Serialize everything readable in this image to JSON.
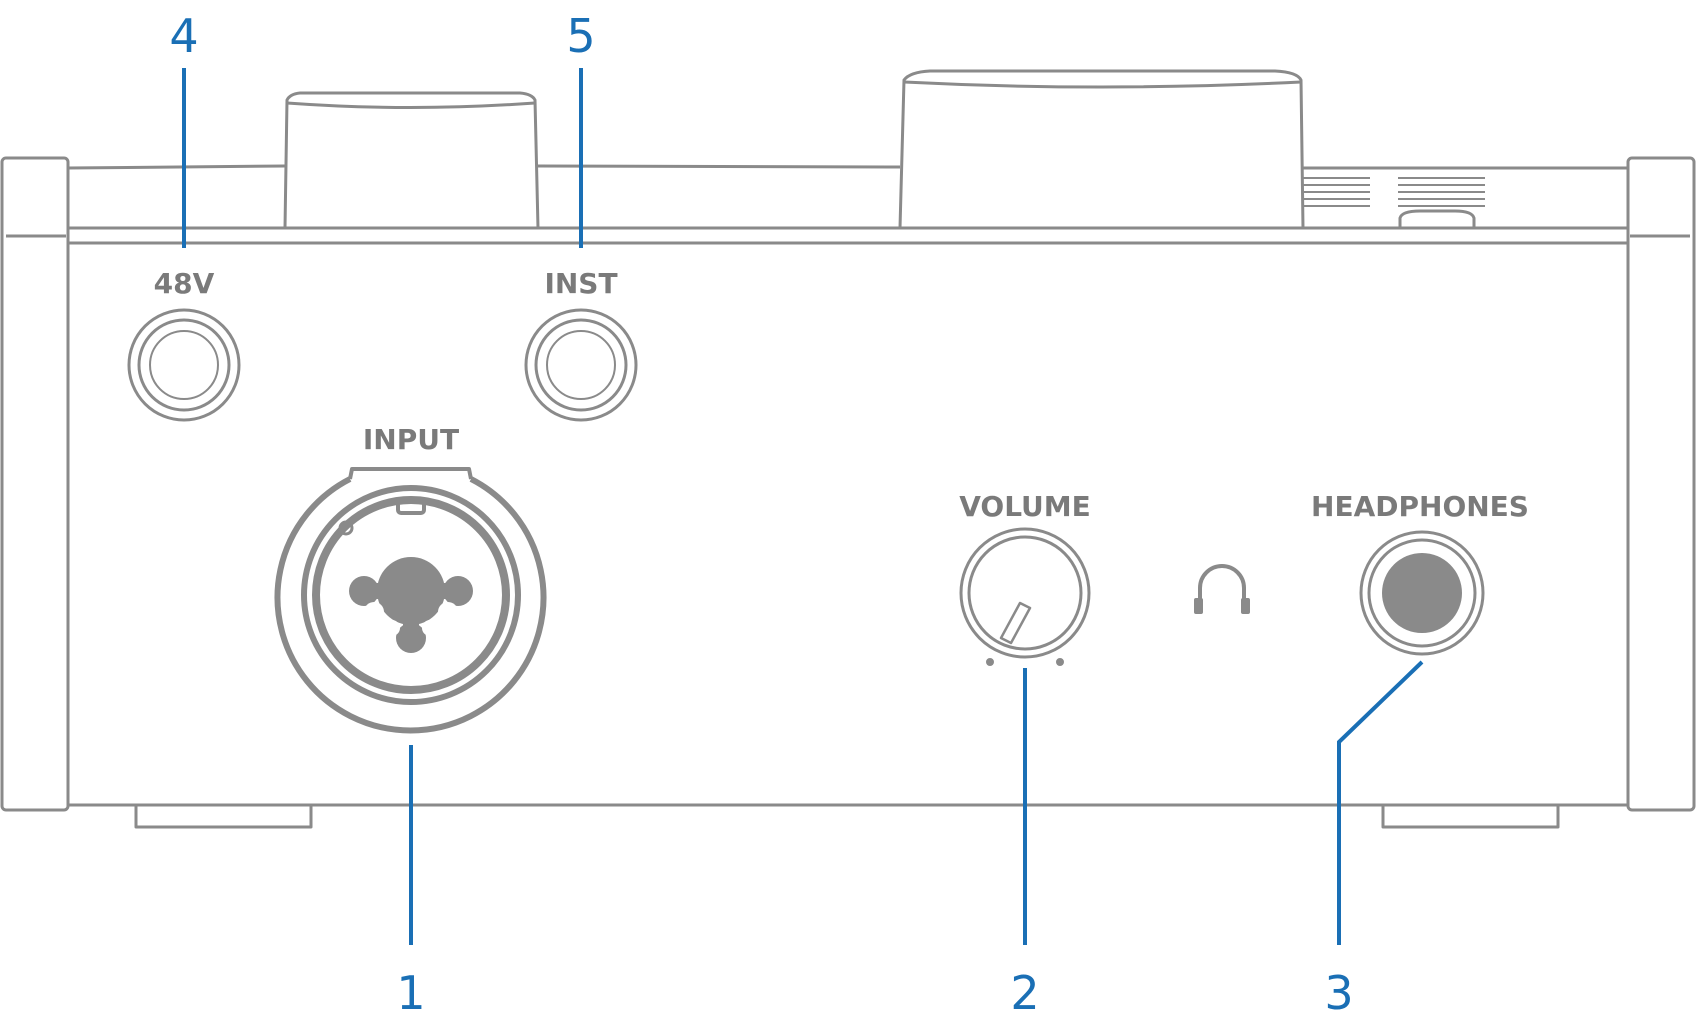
{
  "panel_labels": {
    "phantom": "48V",
    "instrument": "INST",
    "input": "INPUT",
    "volume": "VOLUME",
    "headphones": "HEADPHONES"
  },
  "callouts": {
    "input": "1",
    "volume": "2",
    "headphones": "3",
    "phantom": "4",
    "instrument": "5"
  },
  "colors": {
    "outline": "#8a8a8a",
    "label": "#7a7a7a",
    "callout": "#1a6fb5",
    "jack_fill": "#8a8a8a"
  },
  "icons": {
    "headphone_symbol": "headphones-icon"
  }
}
